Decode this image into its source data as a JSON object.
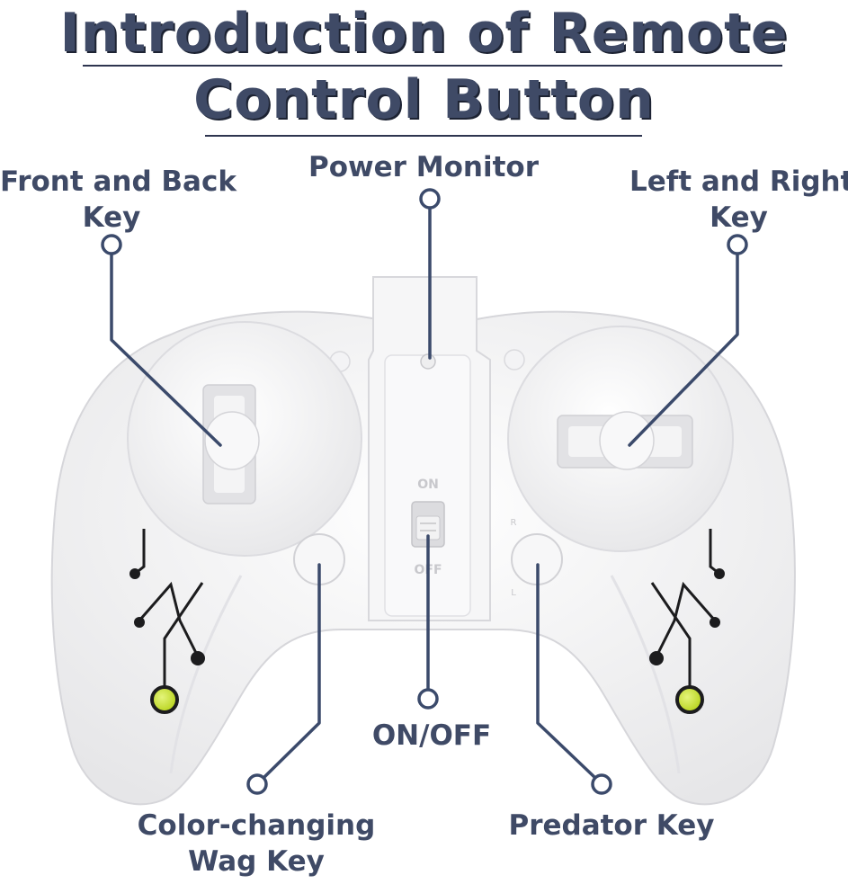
{
  "title": {
    "line1": "Introduction of Remote",
    "line2": "Control Button"
  },
  "labels": {
    "front_back": [
      "Front and Back",
      "Key"
    ],
    "power_monitor": "Power Monitor",
    "left_right": [
      "Left and Right",
      "Key"
    ],
    "on_off": "ON/OFF",
    "color_wag": [
      "Color-changing",
      "Wag Key"
    ],
    "predator": "Predator Key"
  },
  "switch_text": {
    "on": "ON",
    "off": "OFF",
    "r": "R",
    "l": "L"
  },
  "colors": {
    "text": "#3f4a66",
    "callout_line": "#3b4a6b",
    "controller_body": "#f2f2f2",
    "led": "#c9e23a"
  }
}
